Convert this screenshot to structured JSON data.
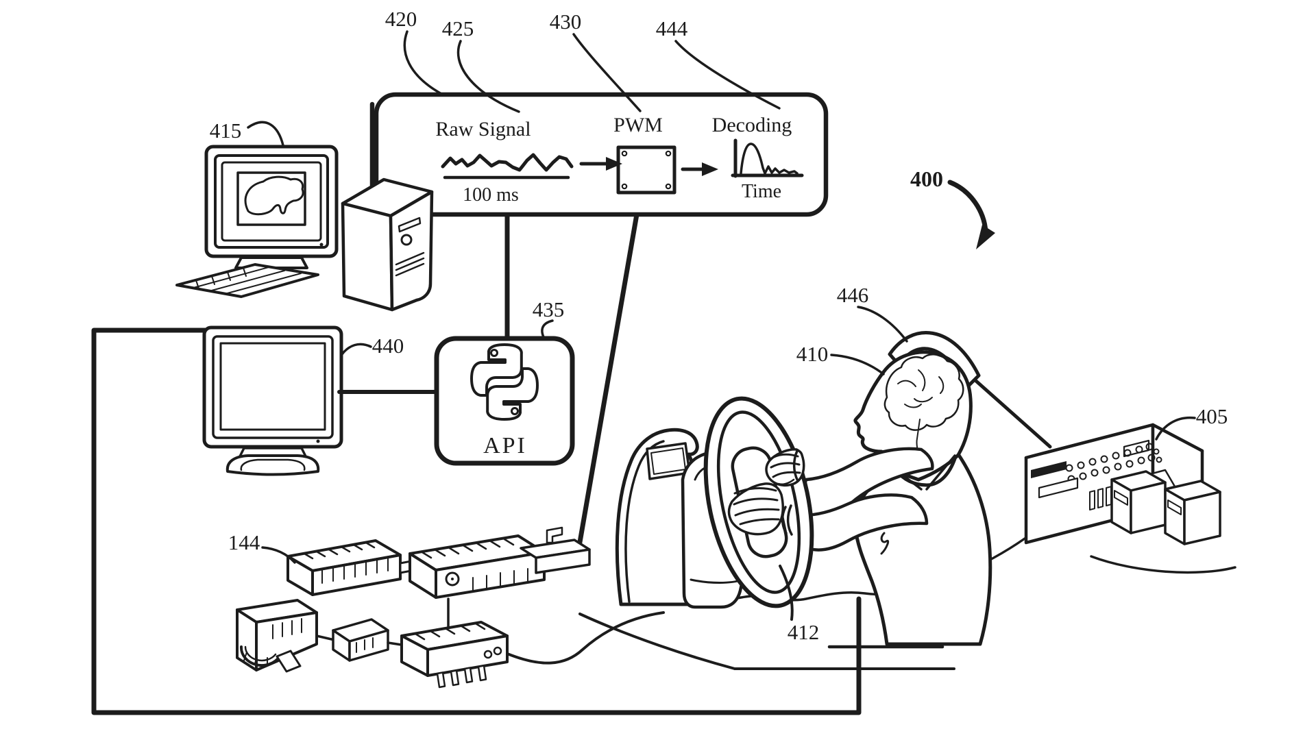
{
  "figure": {
    "kind": "patent-system-diagram",
    "labels": {
      "raw_signal": "Raw Signal",
      "raw_signal_scale": "100 ms",
      "pwm": "PWM",
      "decoding": "Decoding",
      "decoding_axis": "Time",
      "api": "API"
    },
    "refs": {
      "system": "400",
      "rack": "405",
      "brain": "410",
      "cable": "412",
      "computer": "415",
      "processing_box": "420",
      "raw_signal": "425",
      "pwm": "430",
      "api": "435",
      "monitor": "440",
      "decoding": "444",
      "headrest": "446",
      "signal_box": "144"
    },
    "icons": [
      "python-logo-icon",
      "brain-icon",
      "signal-trace-icon",
      "decoding-plot-icon"
    ]
  },
  "colors": {
    "ink": "#1c1c1c",
    "paper": "#ffffff"
  }
}
